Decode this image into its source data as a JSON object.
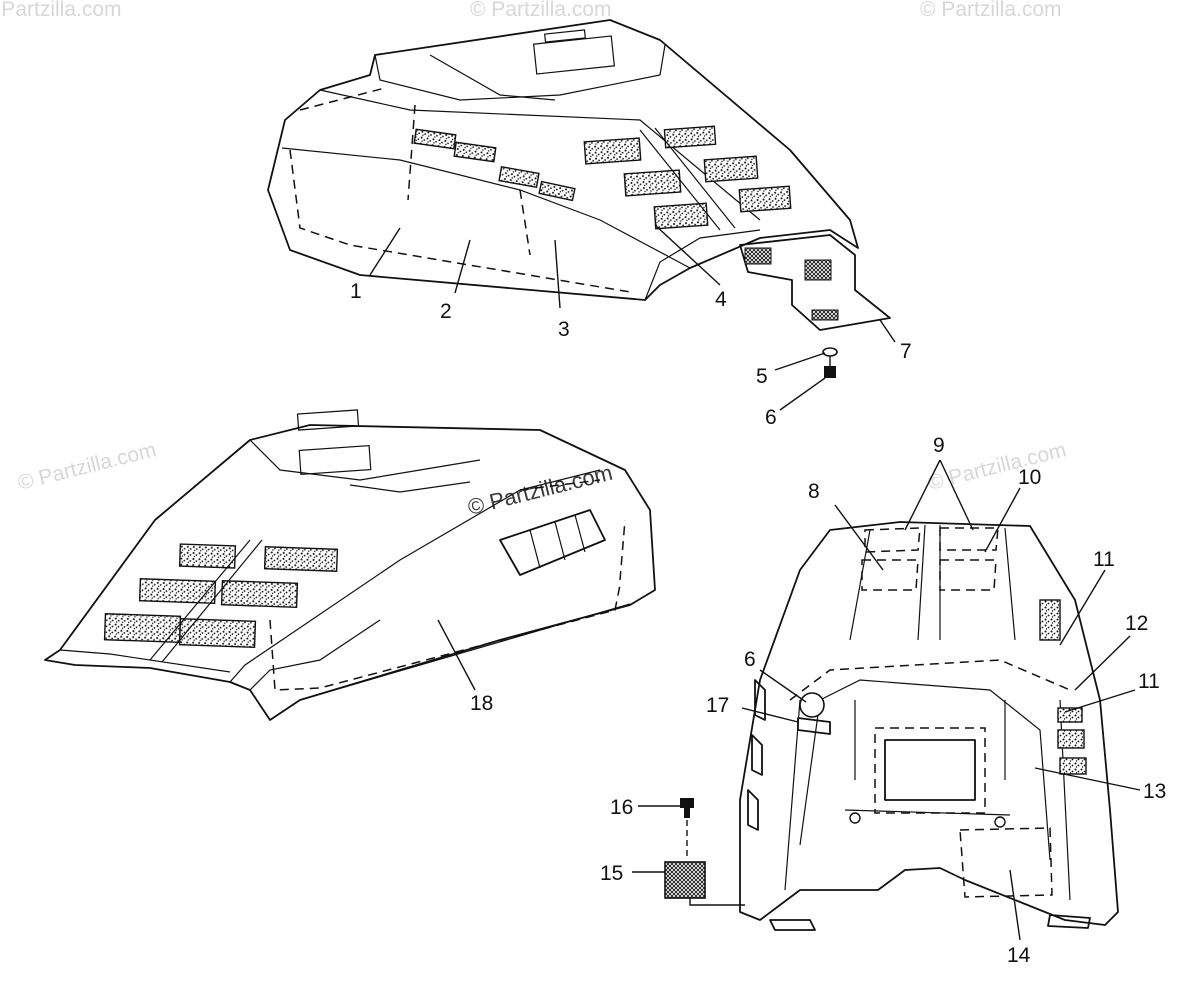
{
  "watermark": {
    "text": "© Partzilla.com"
  },
  "callouts": {
    "c1": "1",
    "c2": "2",
    "c3": "3",
    "c4": "4",
    "c5": "5",
    "c6a": "6",
    "c6b": "6",
    "c7": "7",
    "c8": "8",
    "c9": "9",
    "c10": "10",
    "c11a": "11",
    "c11b": "11",
    "c12": "12",
    "c13": "13",
    "c14": "14",
    "c15": "15",
    "c16": "16",
    "c17": "17",
    "c18": "18"
  }
}
